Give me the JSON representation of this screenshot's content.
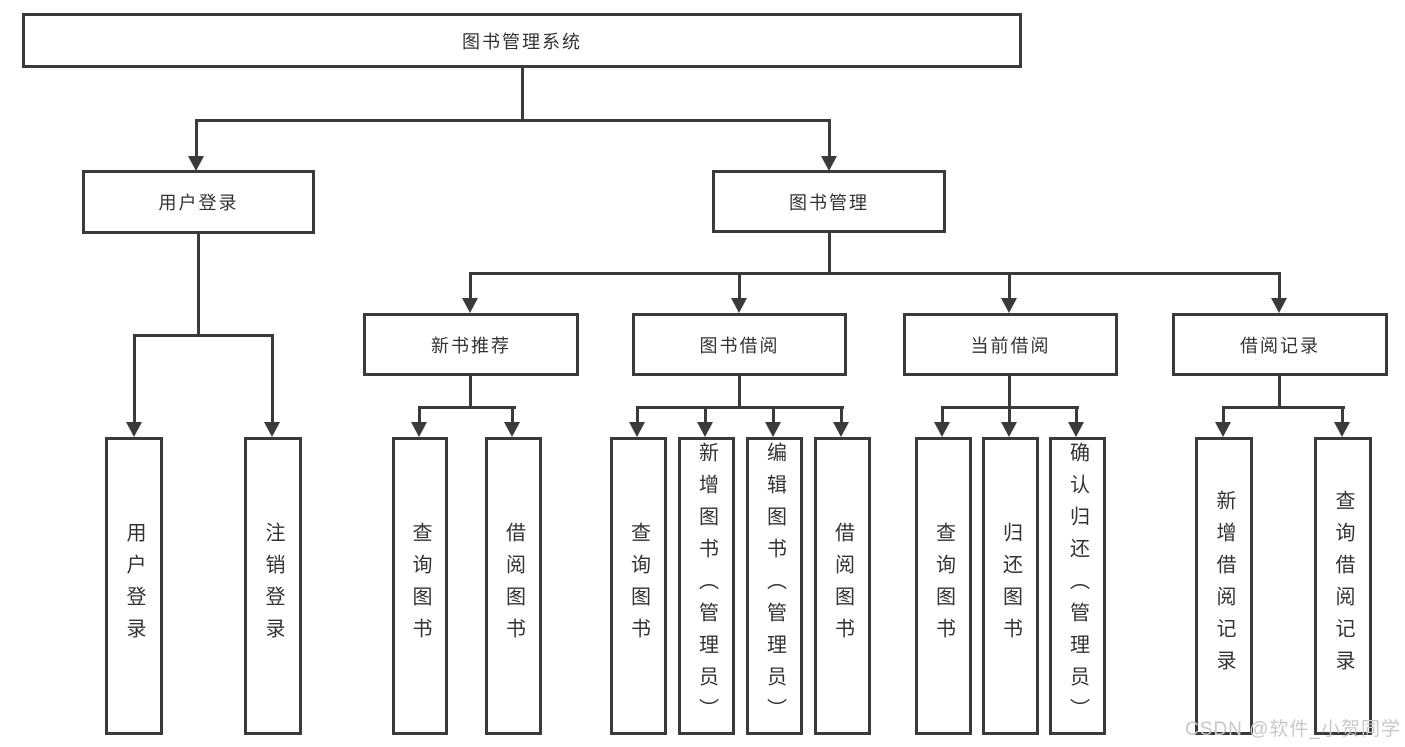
{
  "diagram_type": "hierarchy-tree",
  "colors": {
    "line": "#3a3a3a",
    "box_border": "#3a3a3a",
    "box_background": "#ffffff",
    "text": "#333333",
    "page_background": "#ffffff",
    "watermark": "#c8c8c8"
  },
  "tree": {
    "root": {
      "label": "图书管理系统"
    },
    "children": [
      {
        "label": "用户登录",
        "children": [
          {
            "label": "用户登录"
          },
          {
            "label": "注销登录"
          }
        ]
      },
      {
        "label": "图书管理",
        "children": [
          {
            "label": "新书推荐",
            "children": [
              {
                "label": "查询图书"
              },
              {
                "label": "借阅图书"
              }
            ]
          },
          {
            "label": "图书借阅",
            "children": [
              {
                "label": "查询图书"
              },
              {
                "label": "新增图书（管理员）"
              },
              {
                "label": "编辑图书（管理员）"
              },
              {
                "label": "借阅图书"
              }
            ]
          },
          {
            "label": "当前借阅",
            "children": [
              {
                "label": "查询图书"
              },
              {
                "label": "归还图书"
              },
              {
                "label": "确认归还（管理员）"
              }
            ]
          },
          {
            "label": "借阅记录",
            "children": [
              {
                "label": "新增借阅记录"
              },
              {
                "label": "查询借阅记录"
              }
            ]
          }
        ]
      }
    ]
  },
  "watermark": {
    "text": "CSDN @软件_小贺同学"
  }
}
